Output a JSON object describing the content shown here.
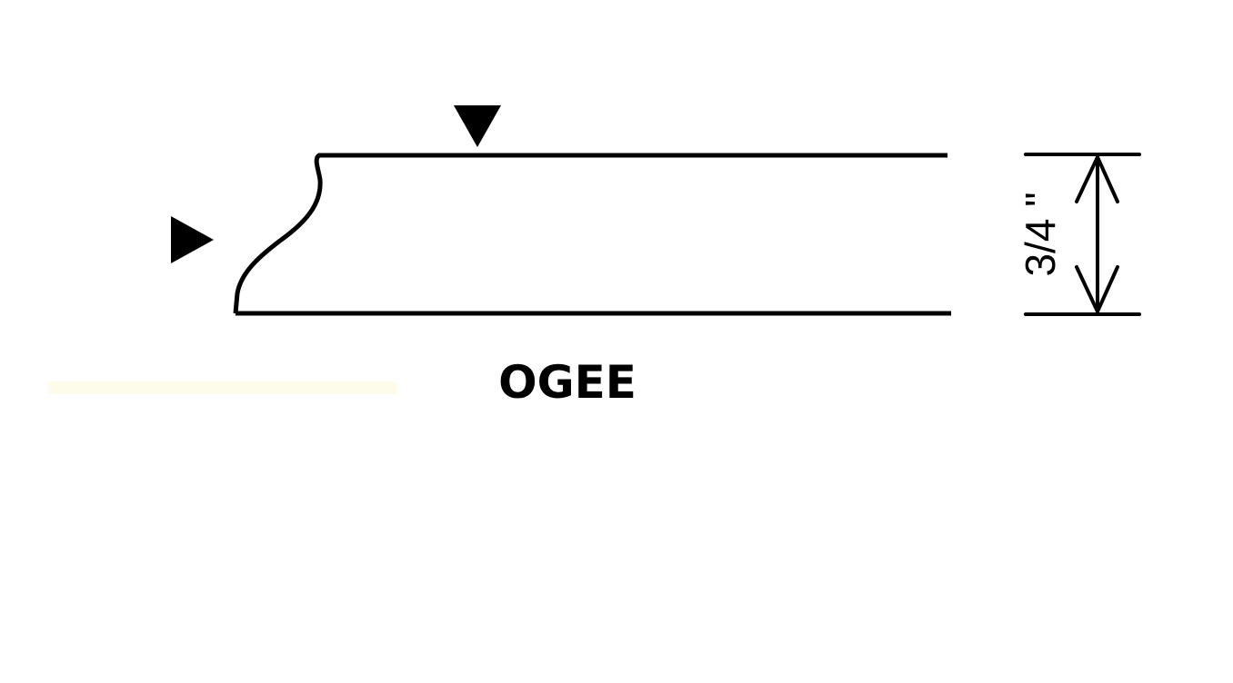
{
  "profile": {
    "name": "OGEE"
  },
  "dimension": {
    "thickness_label": "3/4 \""
  },
  "markers": [
    {
      "name": "top-edge-marker",
      "direction": "down"
    },
    {
      "name": "side-edge-marker",
      "direction": "right"
    }
  ],
  "colors": {
    "line": "#000000",
    "background": "#ffffff"
  }
}
